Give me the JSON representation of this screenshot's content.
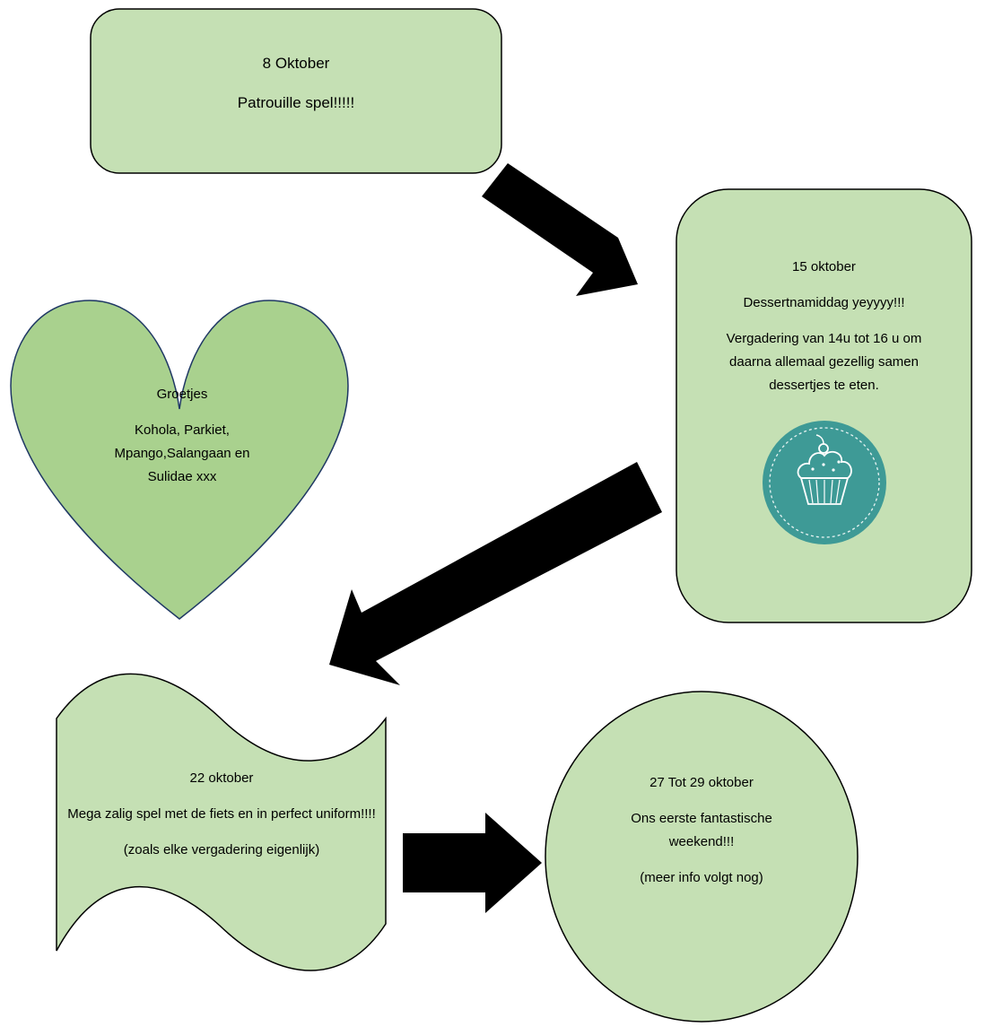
{
  "boxes": {
    "oct8": {
      "date": "8 Oktober",
      "title": "Patrouille spel!!!!!"
    },
    "oct15": {
      "date": "15 oktober",
      "title": "Dessertnamiddag  yeyyyy!!!",
      "body": "Vergadering van 14u tot 16 u om daarna allemaal gezellig samen dessertjes te eten.",
      "icon": "cupcake-icon"
    },
    "oct22": {
      "date": "22 oktober",
      "title": "Mega zalig spel met de  fiets en in perfect uniform!!!!",
      "note": "(zoals elke vergadering eigenlijk)"
    },
    "oct27": {
      "date": "27 Tot 29 oktober",
      "title": "Ons eerste fantastische weekend!!!",
      "note": "(meer info volgt nog)"
    }
  },
  "heart": {
    "greeting": "Groetjes",
    "names": "Kohola, Parkiet, Mpango,Salangaan en Sulidae xxx"
  },
  "colors": {
    "box_fill": "#c5e0b4",
    "heart_fill": "#a9d18e",
    "stroke": "#000000",
    "heart_stroke": "#1f3864",
    "arrow": "#000000",
    "badge": "#3e9a96"
  }
}
